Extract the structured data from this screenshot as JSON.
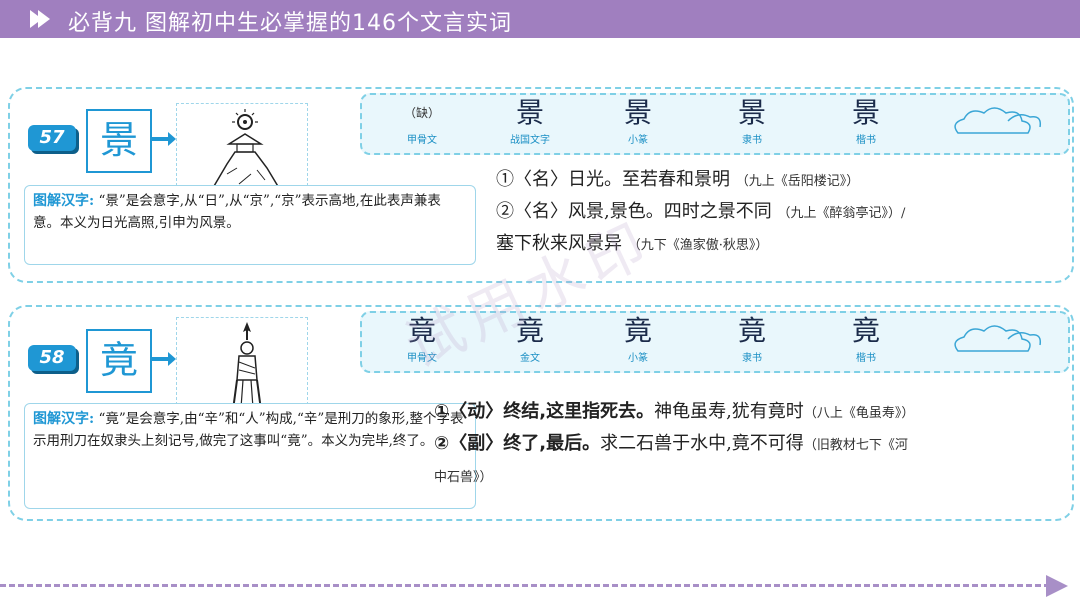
{
  "header": {
    "title": "必背九 图解初中生必掌握的146个文言实词"
  },
  "colors": {
    "title_bg": "#a07fbf",
    "accent_blue": "#1f97d4",
    "dash_border": "#7fd0e6"
  },
  "entries": [
    {
      "number": "57",
      "character": "景",
      "scripts": [
        {
          "glyph": "（缺）",
          "label": "甲骨文"
        },
        {
          "glyph": "景",
          "label": "战国文字"
        },
        {
          "glyph": "景",
          "label": "小篆"
        },
        {
          "glyph": "景",
          "label": "隶书"
        },
        {
          "glyph": "景",
          "label": "楷书"
        }
      ],
      "explain_head": "图解汉字:",
      "explain_text": "“景”是会意字,从“日”,从“京”,“京”表示高地,在此表声兼表意。本义为日光高照,引申为风景。",
      "defs": [
        {
          "text": "①〈名〉日光。至若春和景明",
          "source": "（九上《岳阳楼记》）"
        },
        {
          "text": "②〈名〉风景,景色。四时之景不同",
          "source": "（九上《醉翁亭记》）/"
        },
        {
          "text": "塞下秋来风景异",
          "source": "（九下《渔家傲·秋思》）"
        }
      ]
    },
    {
      "number": "58",
      "character": "竟",
      "scripts": [
        {
          "glyph": "竟",
          "label": "甲骨文"
        },
        {
          "glyph": "竟",
          "label": "金文"
        },
        {
          "glyph": "竟",
          "label": "小篆"
        },
        {
          "glyph": "竟",
          "label": "隶书"
        },
        {
          "glyph": "竟",
          "label": "楷书"
        }
      ],
      "explain_head": "图解汉字:",
      "explain_text": "“竟”是会意字,由“辛”和“人”构成,“辛”是刑刀的象形,整个字表示用刑刀在奴隶头上刻记号,做完了这事叫“竟”。本义为完毕,终了。",
      "defs": [
        {
          "tag": "①〈动〉终结,这里指死去。",
          "text": "神龟虽寿,犹有竟时",
          "source": "（八上《龟虽寿》）"
        },
        {
          "tag": "②〈副〉终了,最后。",
          "text": "求二石兽于水中,竟不可得",
          "source": "（旧教材七下《河"
        },
        {
          "text": "中石兽》）"
        }
      ]
    }
  ],
  "watermark": "试用水印"
}
